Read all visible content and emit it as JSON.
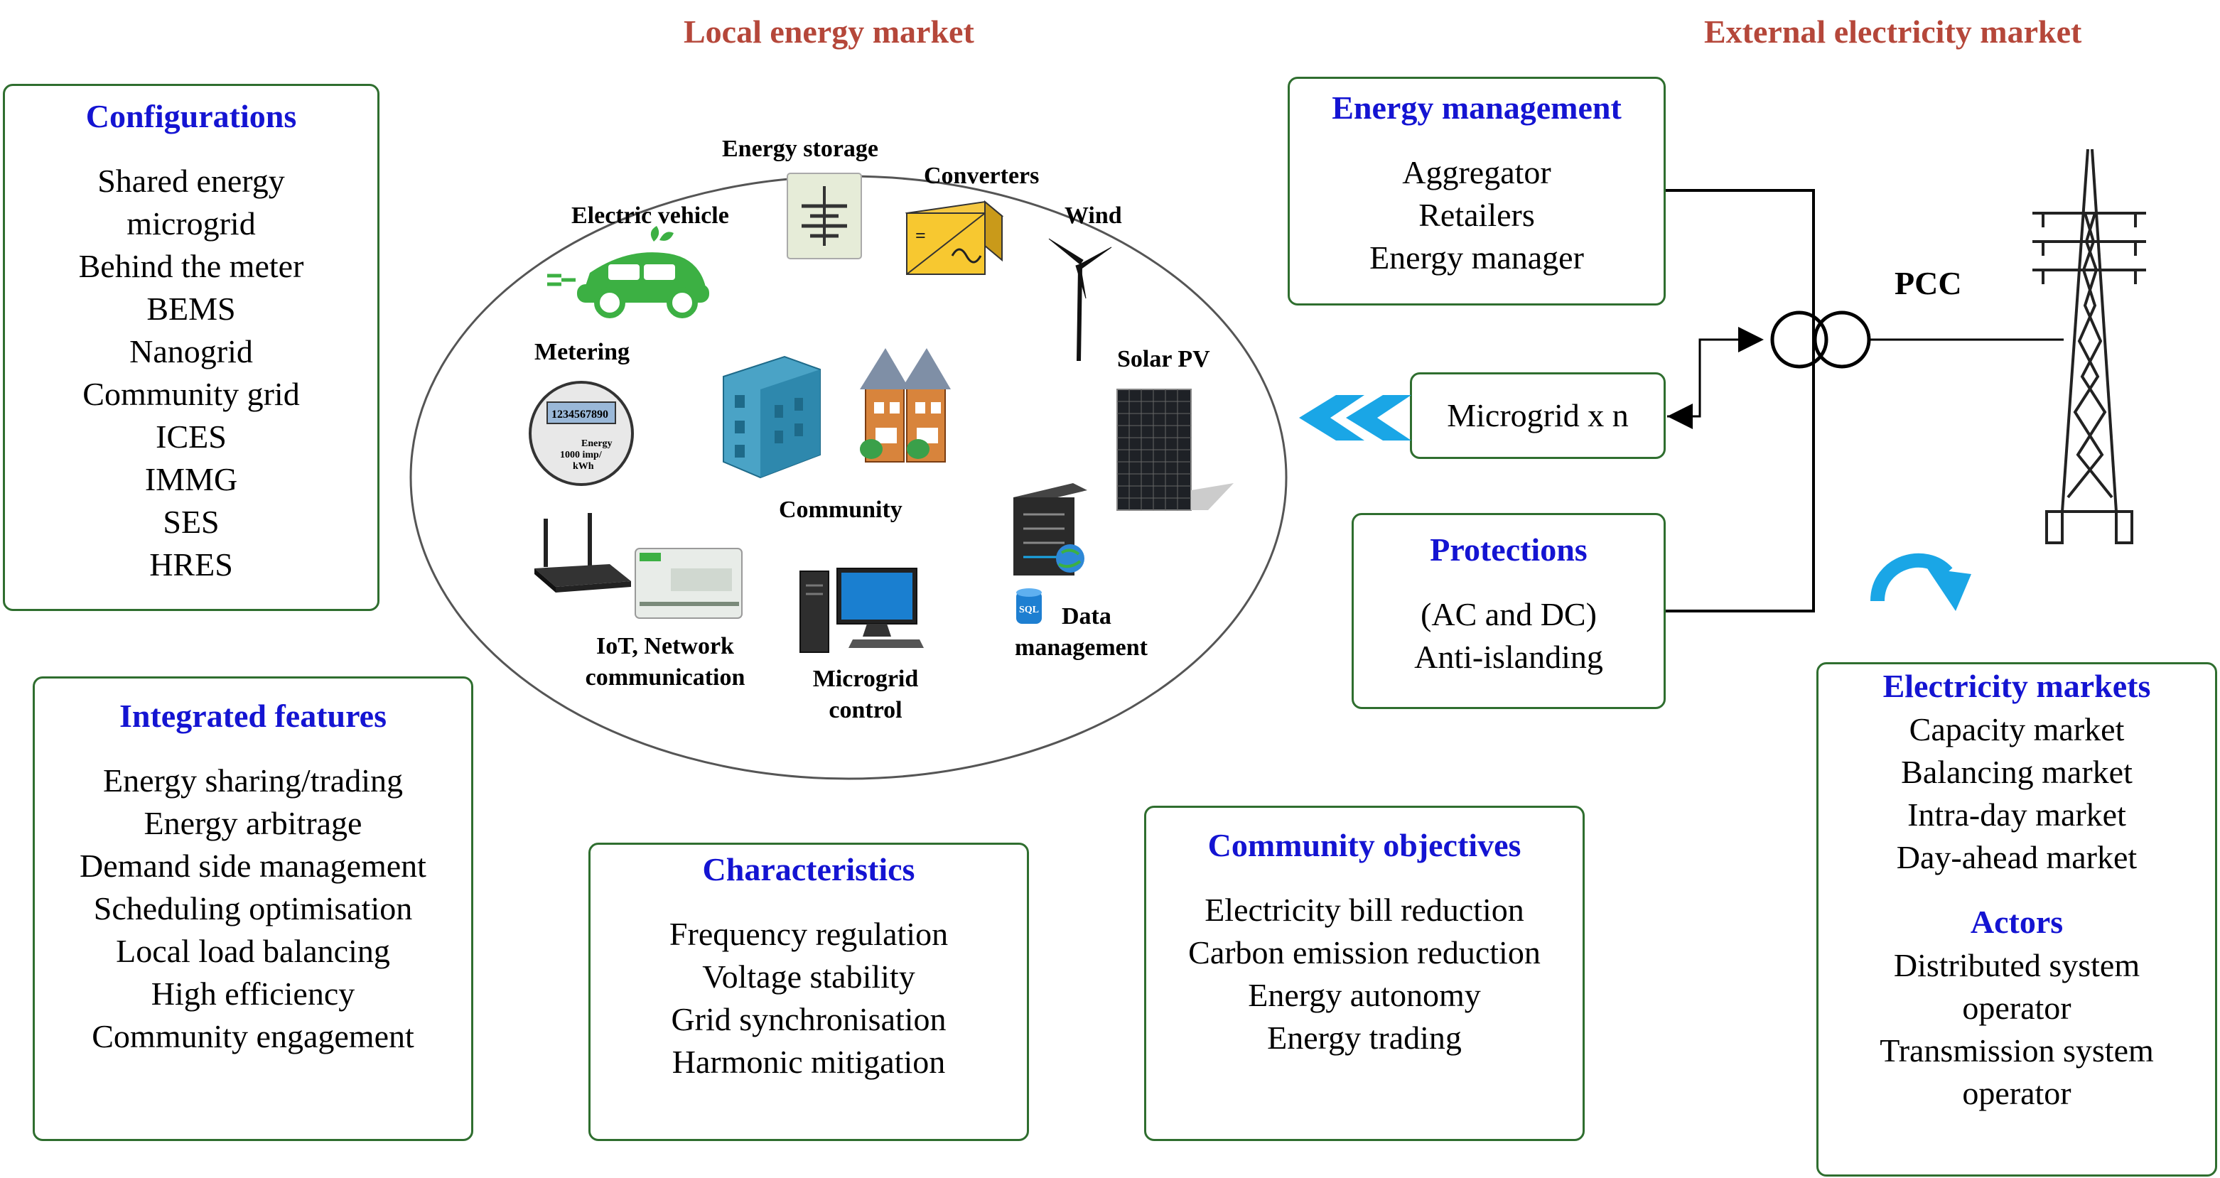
{
  "markets": {
    "local": "Local energy market",
    "external": "External electricity market"
  },
  "configurations": {
    "title": "Configurations",
    "items": [
      "Shared energy",
      "microgrid",
      "Behind the meter",
      "BEMS",
      "Nanogrid",
      "Community grid",
      "ICES",
      "IMMG",
      "SES",
      "HRES"
    ]
  },
  "integrated_features": {
    "title": "Integrated features",
    "items": [
      "Energy sharing/trading",
      "Energy arbitrage",
      "Demand side management",
      "Scheduling optimisation",
      "Local load balancing",
      "High efficiency",
      "Community engagement"
    ]
  },
  "characteristics": {
    "title": "Characteristics",
    "items": [
      "Frequency regulation",
      "Voltage stability",
      "Grid synchronisation",
      "Harmonic mitigation"
    ]
  },
  "community_objectives": {
    "title": "Community objectives",
    "items": [
      "Electricity bill reduction",
      "Carbon emission reduction",
      "Energy autonomy",
      "Energy trading"
    ]
  },
  "energy_management": {
    "title": "Energy management",
    "items": [
      "Aggregator",
      "Retailers",
      "Energy manager"
    ]
  },
  "microgrid": {
    "label": "Microgrid x n"
  },
  "protections": {
    "title": "Protections",
    "items": [
      "(AC and DC)",
      "Anti-islanding"
    ]
  },
  "pcc": {
    "label": "PCC"
  },
  "electricity_markets": {
    "title": "Electricity markets",
    "items": [
      "Capacity market",
      "Balancing market",
      "Intra-day market",
      "Day-ahead market"
    ],
    "actors_title": "Actors",
    "actors": [
      "Distributed system",
      "operator",
      "Transmission system",
      "operator"
    ]
  },
  "local_components": {
    "energy_storage": "Energy storage",
    "converters": "Converters",
    "electric_vehicle": "Electric vehicle",
    "wind": "Wind",
    "metering": "Metering",
    "solar_pv": "Solar PV",
    "community": "Community",
    "iot_line1": "IoT, Network",
    "iot_line2": "communication",
    "microgrid_control_line1": "Microgrid",
    "microgrid_control_line2": "control",
    "data_line1": "Data",
    "data_line2": "management",
    "meter_display": "1234567890",
    "meter_energy": "Energy",
    "meter_rate_line1": "1000 imp/",
    "meter_rate_line2": "kWh",
    "sql_label": "SQL"
  },
  "colors": {
    "box_border": "#2f6e2f",
    "heading_blue": "#1414d2",
    "market_title": "#b5473a",
    "arrow_cyan": "#1aa6e6"
  }
}
